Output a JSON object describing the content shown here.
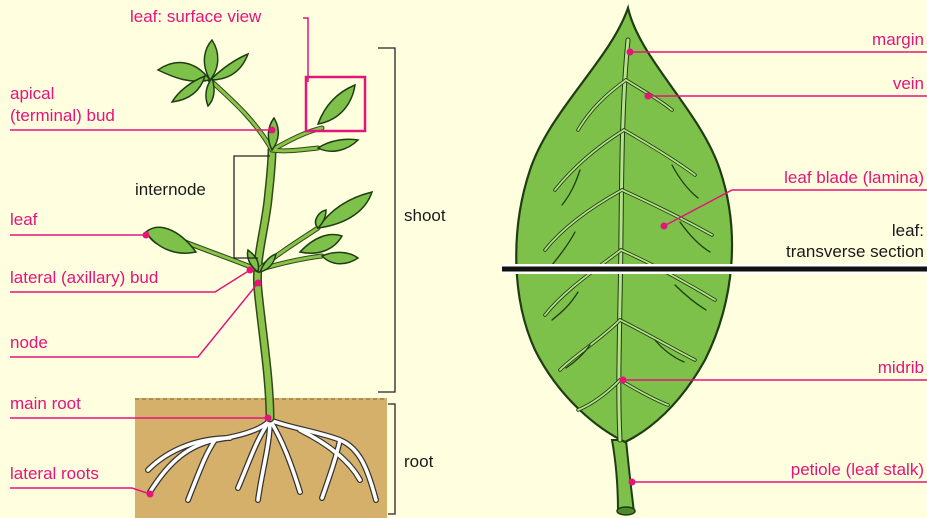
{
  "colors": {
    "background": "#ffffe0",
    "label_pink": "#e4147a",
    "leaf_green": "#7dc14b",
    "leaf_outline": "#1f3d12",
    "stem_green": "#8bc34a",
    "vein_light": "#b7e08a",
    "soil": "#d4b06a",
    "root_white": "#ffffff"
  },
  "plant_labels": {
    "leaf_surface_view": "leaf: surface view",
    "apical_bud_line1": "apical",
    "apical_bud_line2": "(terminal) bud",
    "internode": "internode",
    "leaf": "leaf",
    "shoot": "shoot",
    "lateral_bud": "lateral (axillary) bud",
    "node": "node",
    "main_root": "main root",
    "lateral_roots": "lateral roots",
    "root": "root"
  },
  "leaf_labels": {
    "margin": "margin",
    "vein": "vein",
    "leaf_blade": "leaf blade (lamina)",
    "transverse_line1": "leaf:",
    "transverse_line2": "transverse section",
    "midrib": "midrib",
    "petiole": "petiole (leaf stalk)"
  }
}
